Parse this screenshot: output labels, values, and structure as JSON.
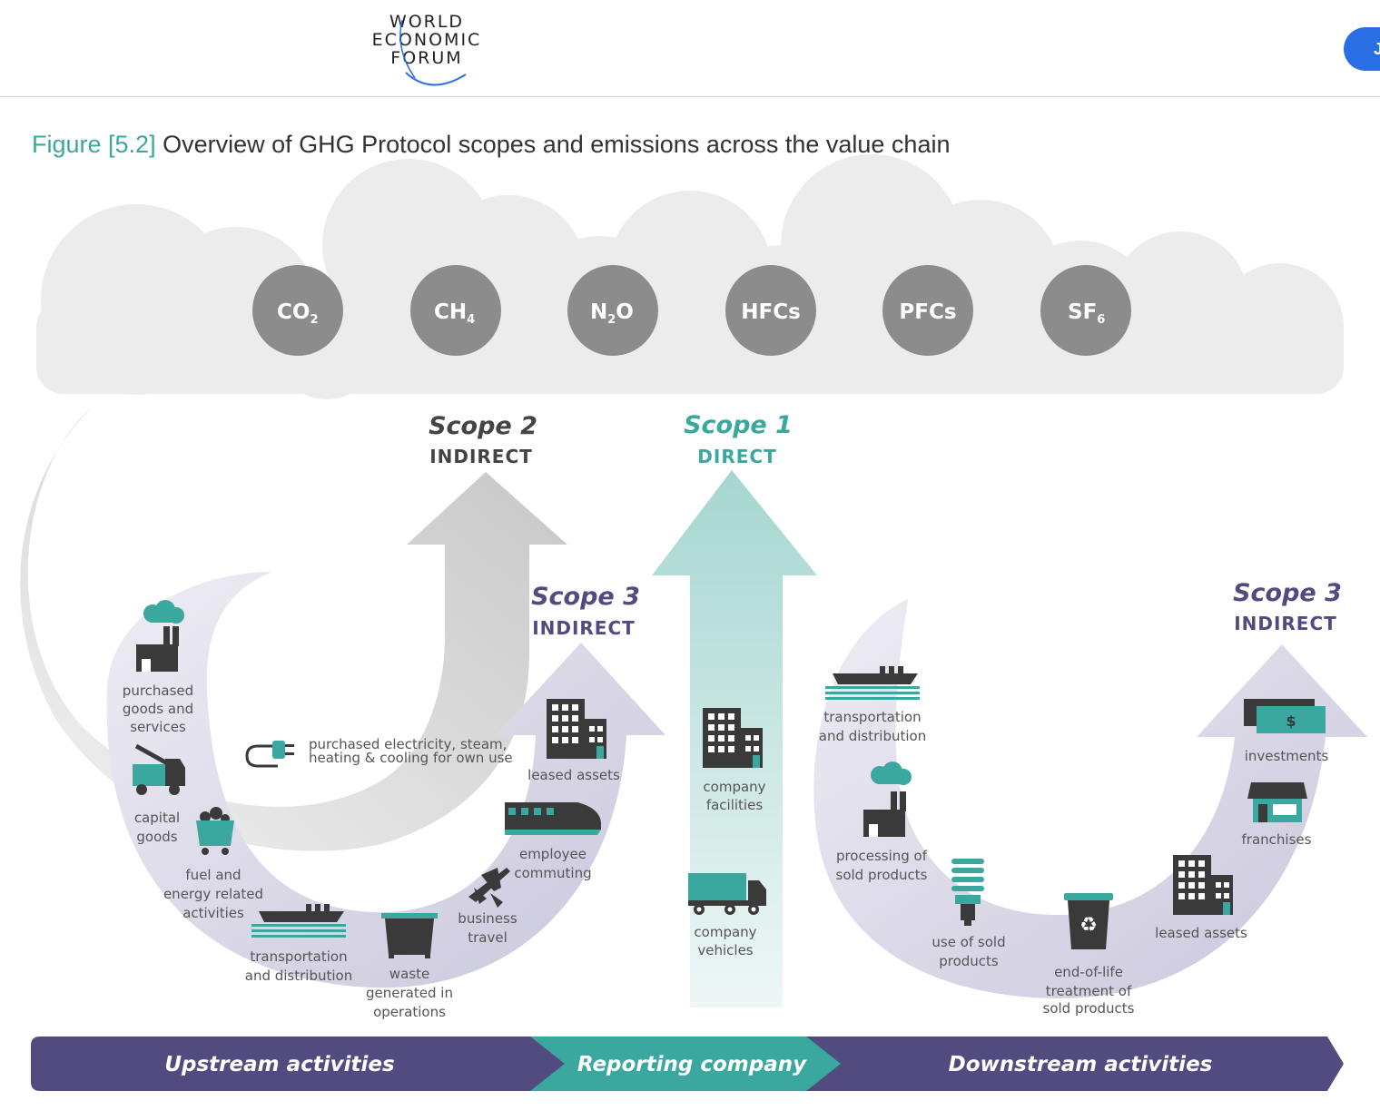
{
  "logo": {
    "line1": "WORLD",
    "line2": "ECONOMIC",
    "line3": "FORUM"
  },
  "header_button": "J",
  "figure": {
    "label": "Figure [5.2]",
    "title": "Overview of GHG Protocol scopes and emissions across the value chain"
  },
  "gases": [
    {
      "base": "CO",
      "sub": "2"
    },
    {
      "base": "CH",
      "sub": "4"
    },
    {
      "base": "N",
      "sub": "2",
      "tail": "O"
    },
    {
      "base": "HFCs",
      "sub": ""
    },
    {
      "base": "PFCs",
      "sub": ""
    },
    {
      "base": "SF",
      "sub": "6"
    }
  ],
  "scopes": {
    "scope2": {
      "name": "Scope 2",
      "type": "INDIRECT"
    },
    "scope1": {
      "name": "Scope 1",
      "type": "DIRECT"
    },
    "scope3_up": {
      "name": "Scope 3",
      "type": "INDIRECT"
    },
    "scope3_down": {
      "name": "Scope 3",
      "type": "INDIRECT"
    }
  },
  "scope2_item": {
    "line1": "purchased electricity, steam,",
    "line2": "heating & cooling for own use"
  },
  "upstream_items": {
    "purchased_goods": [
      "purchased",
      "goods and",
      "services"
    ],
    "capital_goods": [
      "capital",
      "goods"
    ],
    "fuel_energy": [
      "fuel and",
      "energy related",
      "activities"
    ],
    "transportation": [
      "transportation",
      "and distribution"
    ],
    "waste": [
      "waste",
      "generated in",
      "operations"
    ],
    "business_travel": [
      "business",
      "travel"
    ],
    "employee_commuting": [
      "employee",
      "commuting"
    ],
    "leased_assets": [
      "leased assets"
    ]
  },
  "scope1_items": {
    "facilities": [
      "company",
      "facilities"
    ],
    "vehicles": [
      "company",
      "vehicles"
    ]
  },
  "downstream_items": {
    "transportation": [
      "transportation",
      "and distribution"
    ],
    "processing": [
      "processing of",
      "sold products"
    ],
    "use": [
      "use of sold",
      "products"
    ],
    "end_of_life": [
      "end-of-life",
      "treatment of",
      "sold products"
    ],
    "leased_assets": [
      "leased assets"
    ],
    "franchises": [
      "franchises"
    ],
    "investments": [
      "investments"
    ]
  },
  "bands": {
    "upstream": "Upstream activities",
    "reporting": "Reporting company",
    "downstream": "Downstream activities"
  },
  "icons": {
    "dollar": "$",
    "recycle": "♻"
  },
  "colors": {
    "teal": "#3aa89e",
    "purple": "#524b7f",
    "gray": "#8c8c8c",
    "text": "#555555"
  }
}
